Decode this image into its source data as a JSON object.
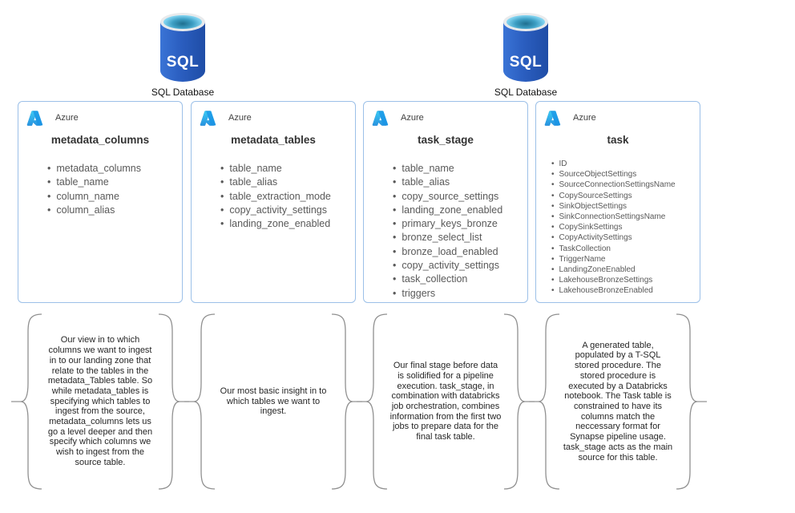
{
  "diagram": {
    "databases": [
      {
        "label": "SQL Database",
        "icon_text": "SQL"
      },
      {
        "label": "SQL Database",
        "icon_text": "SQL"
      }
    ],
    "tables": [
      {
        "vendor": "Azure",
        "title": "metadata_columns",
        "columns": [
          "metadata_columns",
          "table_name",
          "column_name",
          "column_alias"
        ]
      },
      {
        "vendor": "Azure",
        "title": "metadata_tables",
        "columns": [
          "table_name",
          "table_alias",
          "table_extraction_mode",
          "copy_activity_settings",
          "landing_zone_enabled"
        ]
      },
      {
        "vendor": "Azure",
        "title": "task_stage",
        "columns": [
          "table_name",
          "table_alias",
          "copy_source_settings",
          "landing_zone_enabled",
          "primary_keys_bronze",
          "bronze_select_list",
          "bronze_load_enabled",
          "copy_activity_settings",
          "task_collection",
          "triggers"
        ]
      },
      {
        "vendor": "Azure",
        "title": "task",
        "columns": [
          "ID",
          "SourceObjectSettings",
          "SourceConnectionSettingsName",
          "CopySourceSettings",
          "SinkObjectSettings",
          "SinkConnectionSettingsName",
          "CopySinkSettings",
          "CopyActivitySettings",
          "TaskCollection",
          "TriggerName",
          "LandingZoneEnabled",
          "LakehouseBronzeSettings",
          "LakehouseBronzeEnabled"
        ]
      }
    ],
    "callouts": [
      {
        "text": "Our view in to which columns we want to ingest in to our landing zone that relate to the tables in the metadata_Tables table. So while metadata_tables is specifying which tables to ingest from the source, metadata_columns lets us go a level deeper and then specify which columns we wish to ingest from the source table."
      },
      {
        "text": "Our most basic insight in to which tables we want to ingest."
      },
      {
        "text": "Our final stage before data is solidified for a pipeline execution. task_stage, in combination with databricks job orchestration, combines information from the first two jobs to prepare data for the final task table."
      },
      {
        "text": "A generated table, populated by a T-SQL stored procedure. The stored procedure is executed by a Databricks notebook. The Task table is constrained to have its columns match the neccessary format for Synapse pipeline usage. task_stage acts as the main source for this table."
      }
    ],
    "colors": {
      "card_border": "#9cc0e8",
      "cylinder_blue": "#2b5ec0",
      "cylinder_water": "#7fd2ef",
      "azure_blue": "#2892df",
      "brace_gray": "#909090",
      "text_gray": "#595959"
    }
  }
}
